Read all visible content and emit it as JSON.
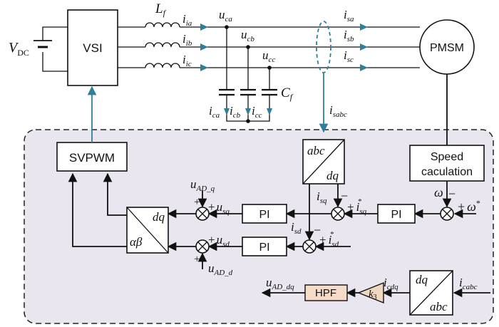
{
  "labels": {
    "vdc_main": "V",
    "vdc_sub": "DC",
    "vsi": "VSI",
    "lf_main": "L",
    "lf_sub": "f",
    "ia_main": "i",
    "ia_sub": "ia",
    "ib_main": "i",
    "ib_sub": "ib",
    "ic_main": "i",
    "ic_sub": "ic",
    "uca_main": "u",
    "uca_sub": "ca",
    "ucb_main": "u",
    "ucb_sub": "cb",
    "ucc_main": "u",
    "ucc_sub": "cc",
    "isa_main": "i",
    "isa_sub": "sa",
    "isb_main": "i",
    "isb_sub": "sb",
    "isc_main": "i",
    "isc_sub": "sc",
    "pmsm": "PMSM",
    "cf_main": "C",
    "cf_sub": "f",
    "ica_main": "i",
    "ica_sub": "ca",
    "icb_main": "i",
    "icb_sub": "cb",
    "icc_main": "i",
    "icc_sub": "cc",
    "isabc_main": "i",
    "isabc_sub": "sabc",
    "svpwm": "SVPWM",
    "abc": "abc",
    "dq": "dq",
    "alpha_beta": "αβ",
    "speed_1": "Speed",
    "speed_2": "caculation",
    "omega": "ω",
    "omega_ref": "ω",
    "pi": "PI",
    "uadq_main": "u",
    "uadq_sub": "AD_q",
    "uadd_main": "u",
    "uadd_sub": "AD_d",
    "usq_main": "u",
    "usq_sub": "sq",
    "usd_main": "u",
    "usd_sub": "sd",
    "isq_main": "i",
    "isq_sub": "sq",
    "isd_main": "i",
    "isd_sub": "sd",
    "isqref_main": "i",
    "isqref_sub": "sq",
    "isdref_main": "i",
    "isdref_sub": "sd",
    "star": "*",
    "plus": "+",
    "minus": "−",
    "uaddq_main": "u",
    "uaddq_sub": "AD_dq",
    "hpf": "HPF",
    "k3_main": "k",
    "k3_sub": "3",
    "icdq_main": "i",
    "icdq_sub": "cdq",
    "icabc_main": "i",
    "icabc_sub": "cabc"
  },
  "colors": {
    "signal_blue": "#2f7f9a",
    "control_region": "#e9e6ef",
    "hpf_fill": "#f6dcc8",
    "gain_fill": "#efd7c0"
  }
}
